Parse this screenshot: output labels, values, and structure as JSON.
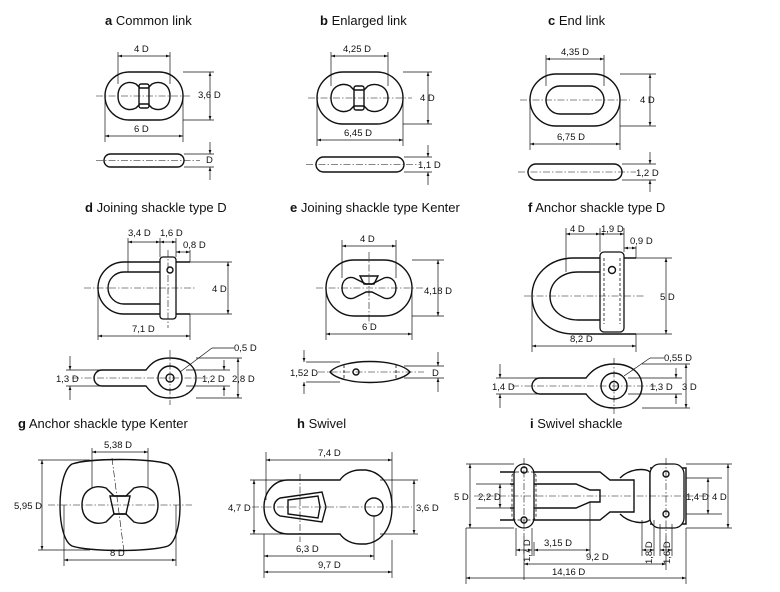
{
  "figures": {
    "a": {
      "letter": "a",
      "title": "Common link",
      "dims": {
        "length": "4 D",
        "height": "3,6 D",
        "width": "6 D",
        "thickness": "D"
      }
    },
    "b": {
      "letter": "b",
      "title": "Enlarged link",
      "dims": {
        "length": "4,25 D",
        "height": "4 D",
        "width": "6,45 D",
        "thickness": "1,1 D"
      }
    },
    "c": {
      "letter": "c",
      "title": "End link",
      "dims": {
        "length": "4,35 D",
        "height": "4 D",
        "width": "6,75 D",
        "thickness": "1,2 D"
      }
    },
    "d": {
      "letter": "d",
      "title": "Joining shackle type D",
      "dims": {
        "a": "3,4 D",
        "b": "1,6 D",
        "c": "0,8 D",
        "height": "4 D",
        "width": "7,1 D",
        "d": "0,5 D",
        "e": "1,3 D",
        "f": "1,2 D",
        "g": "2,8 D"
      }
    },
    "e": {
      "letter": "e",
      "title": "Joining shackle type Kenter",
      "dims": {
        "a": "4 D",
        "height": "4,18 D",
        "width": "6 D",
        "b": "1,52 D",
        "c": "D"
      }
    },
    "f": {
      "letter": "f",
      "title": "Anchor shackle type D",
      "dims": {
        "a": "4 D",
        "b": "1,9 D",
        "c": "0,9 D",
        "height": "5 D",
        "width": "8,2 D",
        "d": "0,55 D",
        "e": "1,4 D",
        "f": "1,3 D",
        "g": "3 D"
      }
    },
    "g": {
      "letter": "g",
      "title": "Anchor shackle type Kenter",
      "dims": {
        "a": "5,38 D",
        "height": "5,95 D",
        "width": "8 D"
      }
    },
    "h": {
      "letter": "h",
      "title": "Swivel",
      "dims": {
        "a": "7,4 D",
        "b": "4,7 D",
        "c": "3,6 D",
        "d": "6,3 D",
        "e": "9,7 D"
      }
    },
    "i": {
      "letter": "i",
      "title": "Swivel shackle",
      "dims": {
        "a": "5 D",
        "b": "2,2 D",
        "c": "1,4 D",
        "d": "4 D",
        "e": "1,7 D",
        "f": "3,15 D",
        "g": "1,8 D",
        "h": "1,6 D",
        "j": "9,2 D",
        "k": "14,16 D"
      }
    }
  }
}
